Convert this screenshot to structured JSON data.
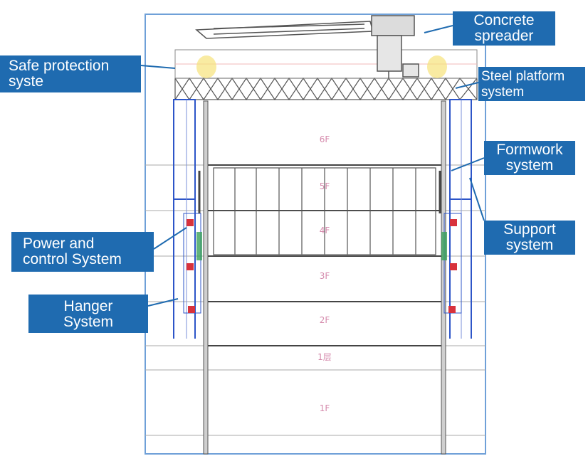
{
  "callouts": {
    "concrete_spreader": "Concrete\nspreader",
    "safe_protection": "Safe protection\nsyste",
    "steel_platform": "Steel platform\nsystem",
    "formwork": "Formwork\nsystem",
    "support": "Support\nsystem",
    "power_control": "Power and\ncontrol System",
    "hanger": "Hanger\nSystem"
  },
  "floor_labels": {
    "f1": "6F",
    "f2": "5F",
    "f3": "4F",
    "f4": "3F",
    "f5": "2F",
    "f6": "1层",
    "f7": "1F"
  },
  "colors": {
    "callout_bg": "#1f6bb0",
    "frame_blue": "#2d55c8",
    "structure_gray": "#6b6b6b",
    "accent_red": "#d8323c",
    "accent_green": "#3aa05a",
    "accent_yellow": "#f2d65a"
  }
}
